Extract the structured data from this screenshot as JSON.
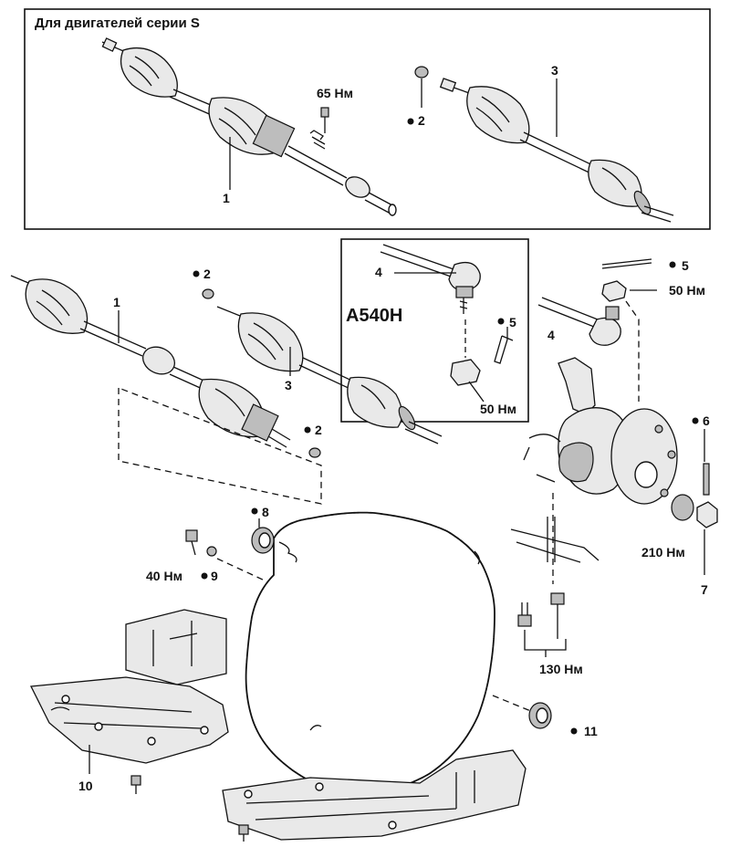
{
  "header": {
    "title": "Для двигателей серии S"
  },
  "inset": {
    "title": "A540H"
  },
  "labels": {
    "n1": "1",
    "n2": "2",
    "n3": "3",
    "n4": "4",
    "n5": "5",
    "n6": "6",
    "n7": "7",
    "n8": "8",
    "n9": "9",
    "n10": "10",
    "n11": "11"
  },
  "torques": {
    "t65": "65 Нм",
    "t50": "50 Нм",
    "t40": "40 Нм",
    "t210": "210 Нм",
    "t130": "130 Нм"
  },
  "colors": {
    "ink": "#111111",
    "fill": "#e9e9e9",
    "paper": "#ffffff"
  }
}
